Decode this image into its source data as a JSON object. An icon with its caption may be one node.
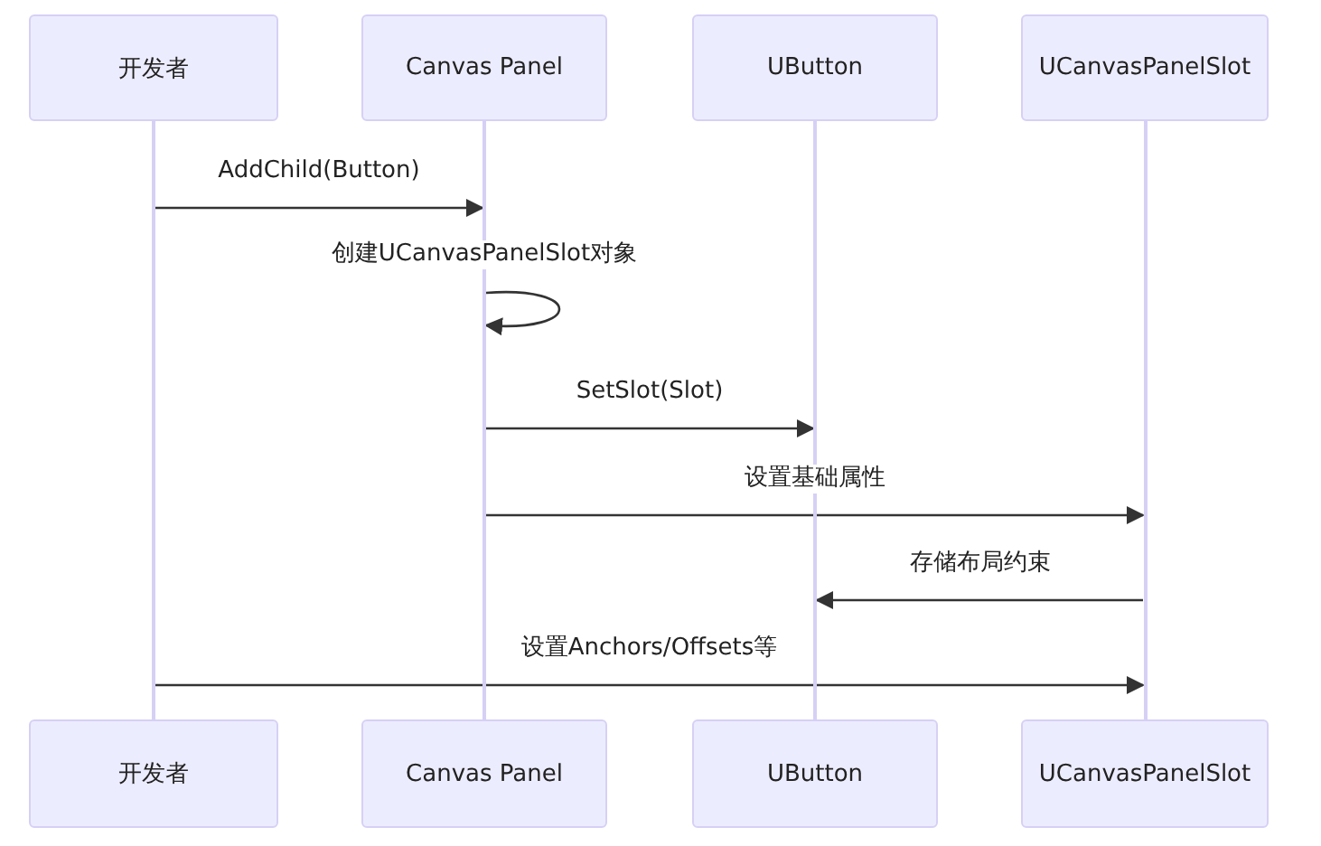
{
  "diagram": {
    "nodes": [
      {
        "text": [
          "开发者"
        ]
      },
      {
        "text": [
          "Canvas Panel"
        ]
      },
      {
        "text": [
          "UButton"
        ]
      },
      {
        "text": [
          "UCanvasPanelSlot"
        ]
      },
      {
        "text": [],
        "shape": "bar"
      },
      {
        "text": [],
        "shape": "bar"
      },
      {
        "text": [],
        "shape": "bar"
      },
      {
        "text": [],
        "shape": "bar"
      },
      {
        "text": [
          "开发者"
        ]
      },
      {
        "text": [
          "Canvas Panel"
        ]
      },
      {
        "text": [
          "UButton"
        ]
      },
      {
        "text": [
          "UCanvasPanelSlot"
        ]
      }
    ],
    "edges": [
      {
        "from": 4,
        "to": 5,
        "arrow": "to",
        "label": "AddChild(Button)"
      },
      {
        "from": 5,
        "to": 5,
        "arrow": "to",
        "label": "创建UCanvasPanelSlot对象"
      },
      {
        "from": 5,
        "to": 6,
        "arrow": "to",
        "label": "SetSlot(Slot)"
      },
      {
        "from": 5,
        "to": 7,
        "arrow": "to",
        "label": "设置基础属性"
      },
      {
        "from": 7,
        "to": 6,
        "arrow": "to",
        "label": "存储布局约束"
      },
      {
        "from": 4,
        "to": 7,
        "arrow": "to",
        "label": "设置Anchors/Offsets等"
      }
    ]
  }
}
